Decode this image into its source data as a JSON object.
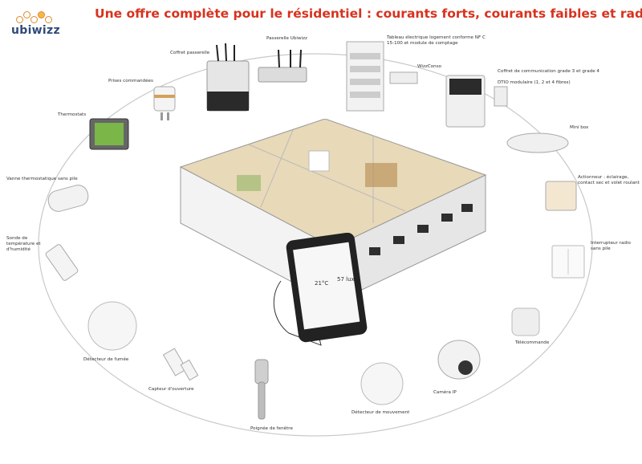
{
  "brand": {
    "name": "ubiwizz"
  },
  "title": "Une offre complète pour le résidentiel : courants forts, courants faibles et radio",
  "devices": [
    {
      "id": "coffret-passerelle",
      "label": "Coffret passerelle"
    },
    {
      "id": "passerelle-ubiwizz",
      "label": "Passerelle Ubiwizz"
    },
    {
      "id": "tableau",
      "label": "Tableau électrique logement conforme NF C 15-100 et module de comptage"
    },
    {
      "id": "wizzconso",
      "label": "WizzConso"
    },
    {
      "id": "coffret-com",
      "label": "Coffret de communication grade 3 et grade 4"
    },
    {
      "id": "dtio",
      "label": "DTIO modulaire (1, 2 et 4 fibres)"
    },
    {
      "id": "prises",
      "label": "Prises commandées"
    },
    {
      "id": "thermostats",
      "label": "Thermostats"
    },
    {
      "id": "minibox",
      "label": "Mini box"
    },
    {
      "id": "vanne",
      "label": "Vanne thermostatique sans pile"
    },
    {
      "id": "actionneur",
      "label": "Actionneur : éclairage, contact sec et volet roulant"
    },
    {
      "id": "sonde",
      "label": "Sonde de température et d'humidité"
    },
    {
      "id": "interrupteur",
      "label": "Interrupteur radio sans pile"
    },
    {
      "id": "fumee",
      "label": "Détecteur de fumée"
    },
    {
      "id": "telecommande",
      "label": "Télécommande"
    },
    {
      "id": "ouverture",
      "label": "Capteur d'ouverture"
    },
    {
      "id": "camera",
      "label": "Caméra IP"
    },
    {
      "id": "mouvement",
      "label": "Détecteur de mouvement"
    },
    {
      "id": "poignee",
      "label": "Poignée de fenêtre"
    }
  ],
  "phone": {
    "temp": "21°C",
    "lux": "57 lux"
  },
  "colors": {
    "title": "#d8321e",
    "brand": "#2f4a7a",
    "logo_dots": "#e08a2a",
    "ring": "#c9c9c9",
    "floor": "#e8d9b8"
  }
}
